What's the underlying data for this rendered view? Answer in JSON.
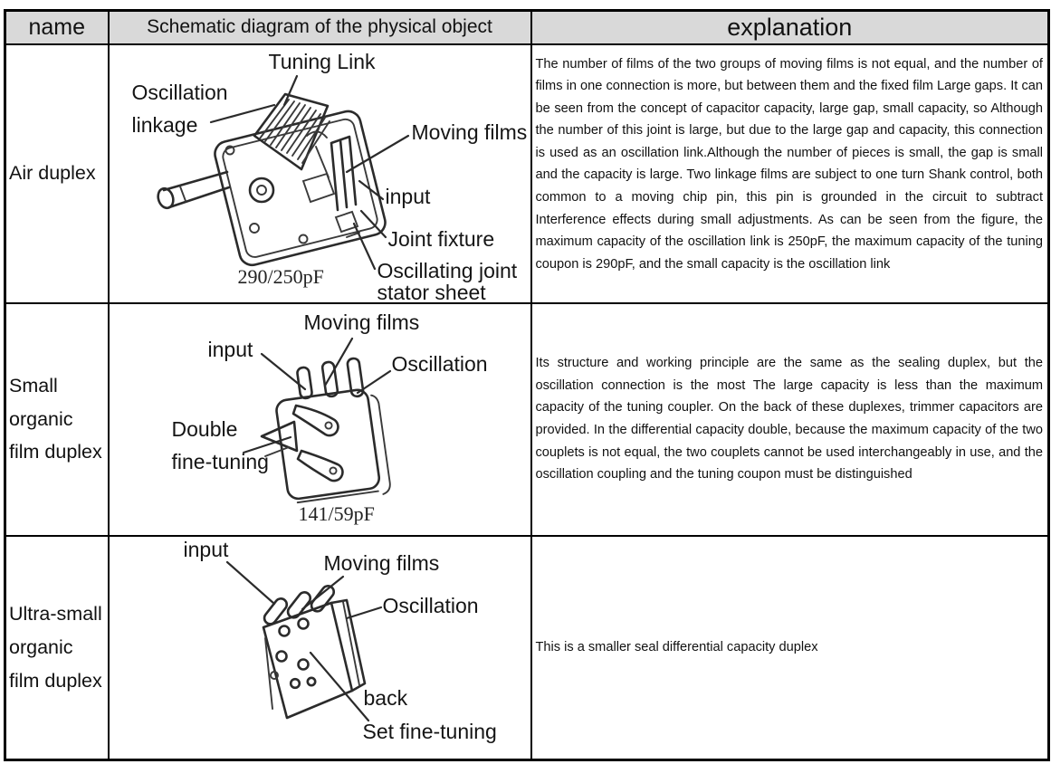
{
  "header": {
    "name": "name",
    "schematic": "Schematic diagram of the physical object",
    "explanation": "explanation"
  },
  "rows": [
    {
      "name": "Air duplex",
      "labels": {
        "tuning_link": "Tuning Link",
        "oscillation_linkage": "Oscillation\nlinkage",
        "moving_films": "Moving films",
        "input": "input",
        "joint_fixture": "Joint fixture",
        "oscillating_joint_stator": "Oscillating joint\nstator sheet",
        "capacity": "290/250pF"
      },
      "explanation": "The number of films of the two groups of moving films is not equal, and the number of films in one connection is more, but between them and the fixed film Large gaps. It can be seen from the concept of capacitor capacity, large gap, small capacity, so Although the number of this joint is large, but due to the large gap and capacity, this connection is used as an oscillation link.Although the number of pieces is small, the gap is small and the capacity is large. Two linkage films are subject to one turn Shank control, both common to a moving chip pin, this pin is grounded in the circuit to subtract Interference effects during small adjustments. As can be seen from the figure, the maximum capacity of the oscillation link is 250pF, the maximum capacity of the tuning coupon is 290pF, and the small capacity is the oscillation link"
    },
    {
      "name": "Small\norganic\nfilm duplex",
      "labels": {
        "moving_films": "Moving films",
        "input": "input",
        "oscillation": "Oscillation",
        "double_fine_tuning": "Double\nfine-tuning",
        "capacity": "141/59pF"
      },
      "explanation": "Its structure and working principle are the same as the sealing duplex, but the oscillation connection is the most The large capacity is less than the maximum capacity of the tuning coupler. On the back of these duplexes, trimmer capacitors are provided. In the differential capacity double, because the maximum capacity of the two couplets is not equal, the two couplets cannot be used interchangeably in use, and the oscillation coupling and the tuning coupon must be distinguished"
    },
    {
      "name": "Ultra-small\norganic\nfilm duplex",
      "labels": {
        "input": "input",
        "moving_films": "Moving films",
        "oscillation": "Oscillation",
        "back": "back",
        "set_fine_tuning": "Set fine-tuning"
      },
      "explanation": "This is a smaller seal differential capacity duplex"
    }
  ]
}
